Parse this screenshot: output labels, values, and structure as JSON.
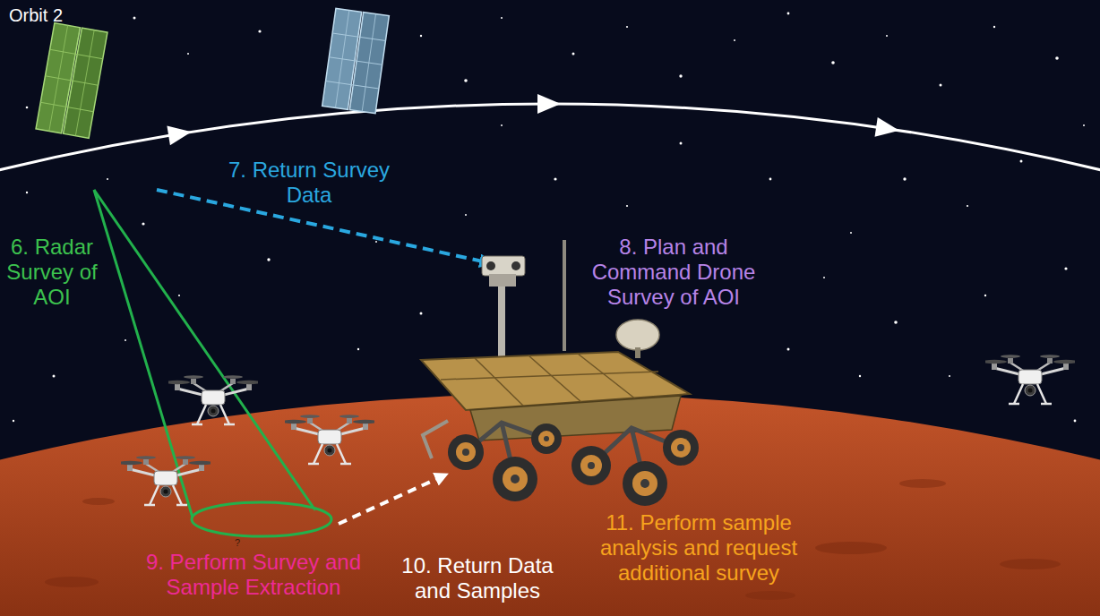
{
  "diagram": {
    "labels": [
      "Orbit 2",
      "7. Return Survey Data",
      "6. Radar Survey of AOI",
      "8. Plan and Command Drone Survey of AOI",
      "?",
      "9. Perform Survey and Sample Extraction",
      "10. Return Data and Samples",
      "11. Perform sample analysis and request additional survey"
    ]
  }
}
